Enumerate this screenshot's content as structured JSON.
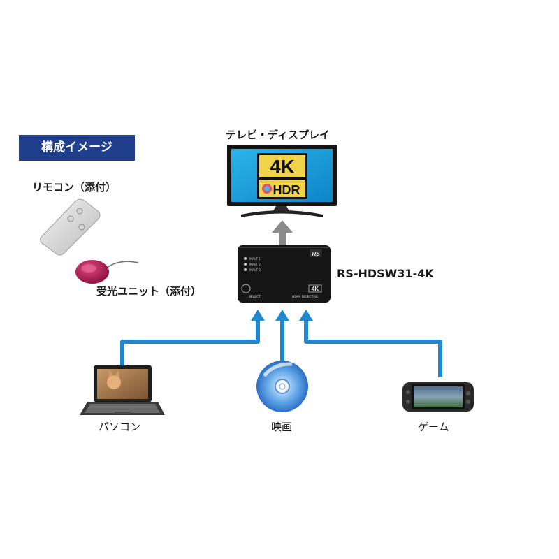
{
  "badge": {
    "label": "構成イメージ"
  },
  "tv": {
    "label": "テレビ・ディスプレイ",
    "logo_4k": "4K",
    "logo_hdr": "HDR"
  },
  "remote": {
    "label": "リモコン（添付）"
  },
  "receiver": {
    "label": "受光ユニット（添付）"
  },
  "selector": {
    "model": "RS-HDSW31-4K",
    "inputs": [
      "INPUT 1",
      "INPUT 2",
      "INPUT 3"
    ],
    "select_label": "SELECT",
    "product_label": "HDMI SELECTOR",
    "badge_4k": "4K",
    "brand": "RS"
  },
  "sources": [
    {
      "label": "パソコン",
      "icon": "laptop-icon"
    },
    {
      "label": "映画",
      "icon": "disc-icon"
    },
    {
      "label": "ゲーム",
      "icon": "game-console-icon"
    }
  ],
  "colors": {
    "accent": "#1f3e8c",
    "cable": "#1e88d0",
    "arrow_up": "#8a8a8a",
    "tv_screen": "#1aa0dc"
  }
}
